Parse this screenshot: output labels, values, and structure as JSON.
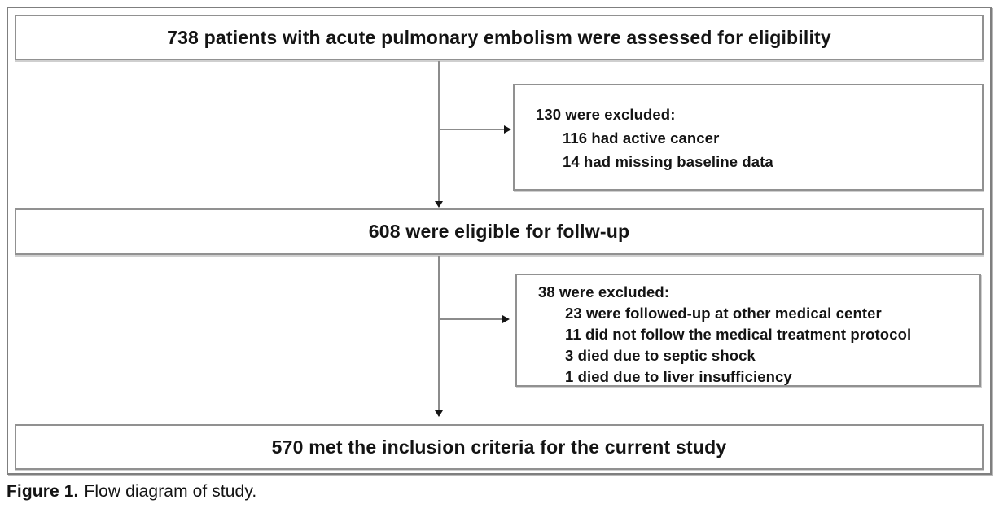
{
  "figure": {
    "boxes": {
      "assessed": "738 patients with acute pulmonary embolism were assessed for eligibility",
      "eligible": "608 were eligible for follw-up",
      "included": "570 met the inclusion criteria for the current study"
    },
    "exclusion1": {
      "title": "130 were excluded:",
      "items": [
        "116 had active cancer",
        "14 had missing baseline data"
      ]
    },
    "exclusion2": {
      "title": "38 were excluded:",
      "items": [
        "23 were followed-up at other medical center",
        "11 did not follow the medical treatment protocol",
        "3 died due to septic shock",
        "1 died due to liver insufficiency"
      ]
    },
    "caption": {
      "label": "Figure 1.",
      "text": "Flow diagram of study."
    },
    "colors": {
      "background": "#ffffff",
      "outer_border": "#7f7f7f",
      "box_border": "#919191",
      "box_shadow": "#cfcfcf",
      "connector_line": "#8c8c8c",
      "arrowhead": "#151515",
      "text": "#141414"
    }
  }
}
